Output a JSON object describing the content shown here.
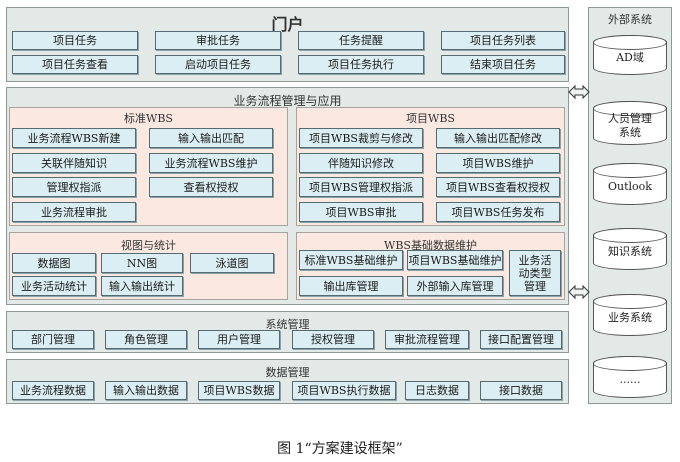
{
  "portal": {
    "title": "门户",
    "row1": [
      "项目任务",
      "审批任务",
      "任务提醒",
      "项目任务列表"
    ],
    "row2": [
      "项目任务查看",
      "启动项目任务",
      "项目任务执行",
      "结束项目任务"
    ]
  },
  "bpm": {
    "title": "业务流程管理与应用",
    "std_wbs": {
      "title": "标准WBS",
      "left": [
        "业务流程WBS新建",
        "关联伴随知识",
        "管理权指派",
        "业务流程审批"
      ],
      "right": [
        "输入输出匹配",
        "业务流程WBS维护",
        "查看权授权"
      ]
    },
    "proj_wbs": {
      "title": "项目WBS",
      "left": [
        "项目WBS裁剪与修改",
        "伴随知识修改",
        "项目WBS管理权指派",
        "项目WBS审批"
      ],
      "right": [
        "输入输出匹配修改",
        "项目WBS维护",
        "项目WBS查看权授权",
        "项目WBS任务发布"
      ]
    },
    "view_stats": {
      "title": "视图与统计",
      "row1": [
        "数据图",
        "NN图",
        "泳道图"
      ],
      "row2": [
        "业务活动统计",
        "输入输出统计"
      ]
    },
    "wbs_base": {
      "title": "WBS基础数据维护",
      "row1": [
        "标准WBS基础维护",
        "项目WBS基础维护"
      ],
      "row2": [
        "输出库管理",
        "外部输入库管理"
      ],
      "side": "业务活动类型管理"
    }
  },
  "sys": {
    "title": "系统管理",
    "items": [
      "部门管理",
      "角色管理",
      "用户管理",
      "授权管理",
      "审批流程管理",
      "接口配置管理"
    ]
  },
  "data": {
    "title": "数据管理",
    "items": [
      "业务流程数据",
      "输入输出数据",
      "项目WBS数据",
      "项目WBS执行数据",
      "日志数据",
      "接口数据"
    ]
  },
  "external": {
    "title": "外部系统",
    "items": [
      "AD域",
      "人员管理系统",
      "Outlook",
      "知识系统",
      "业务系统",
      "......"
    ]
  },
  "caption": "图 1“方案建设框架”"
}
